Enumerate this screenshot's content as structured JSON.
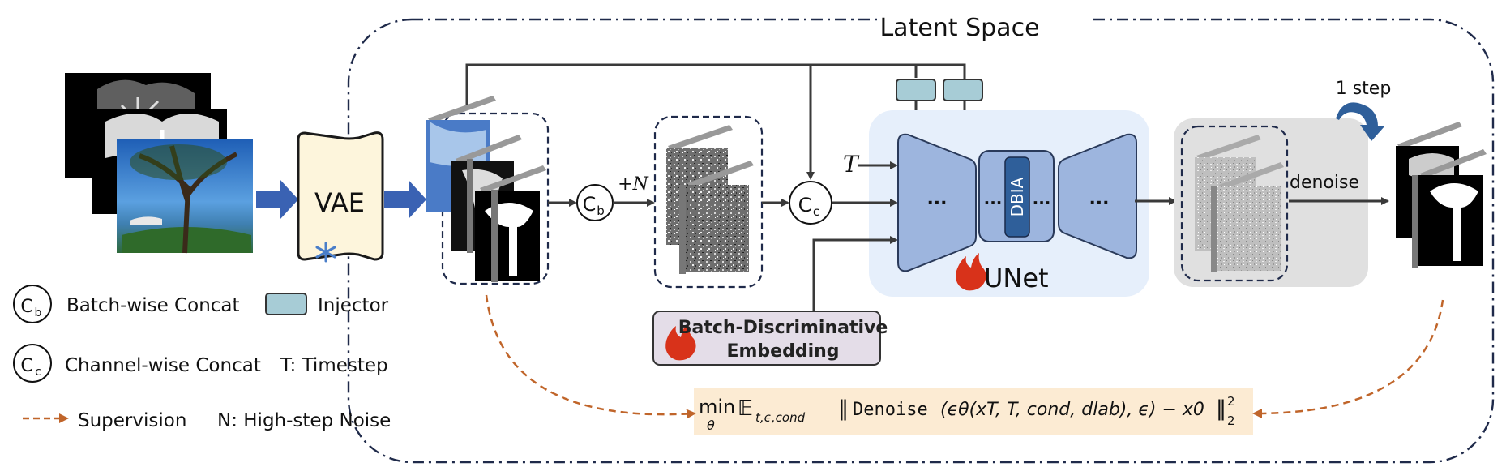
{
  "latent_space": {
    "title": "Latent Space"
  },
  "vae": {
    "label": "VAE"
  },
  "ops": {
    "batch_concat_symbol": "C",
    "batch_concat_sub": "b",
    "channel_concat_symbol": "C",
    "channel_concat_sub": "c"
  },
  "noise_add_label": "+N",
  "timestep_symbol": "T",
  "unet": {
    "label": "UNet",
    "ellipsis": "...",
    "dbia": "DBIA"
  },
  "injector_ellipsis": "...",
  "embedding": {
    "line1": "Batch-Discriminative",
    "line2": "Embedding"
  },
  "denoise_label": "denoise",
  "one_step": "1 step",
  "legend": {
    "batch_concat": "Batch-wise Concat",
    "injector": "Injector",
    "channel_concat": "Channel-wise Concat",
    "timestep": "T: Timestep",
    "supervision": "Supervision",
    "noise": "N: High-step Noise"
  },
  "loss": {
    "min": "min",
    "min_sub": "θ",
    "expect": "𝔼",
    "expect_sub": "t,ϵ,cond",
    "fn": "Denoise",
    "args": "(ϵθ(xT, T, cond, dlab), ϵ) − x0",
    "norm_exp": "2",
    "norm_sub": "2"
  },
  "colors": {
    "dash_border": "#1f2a4a",
    "vae_fill": "#fdf5dc",
    "unet_panel": "#e6effb",
    "unet_block": "#9db5de",
    "dbia": "#2f5f9a",
    "injector": "#a7ccd6",
    "embedding": "#e4dde8",
    "loss_bg": "#fcebd3",
    "supervision": "#c0652a",
    "flame": "#d8321a",
    "arrow": "#3a3a3a",
    "big_arrow": "#3a62b3"
  }
}
